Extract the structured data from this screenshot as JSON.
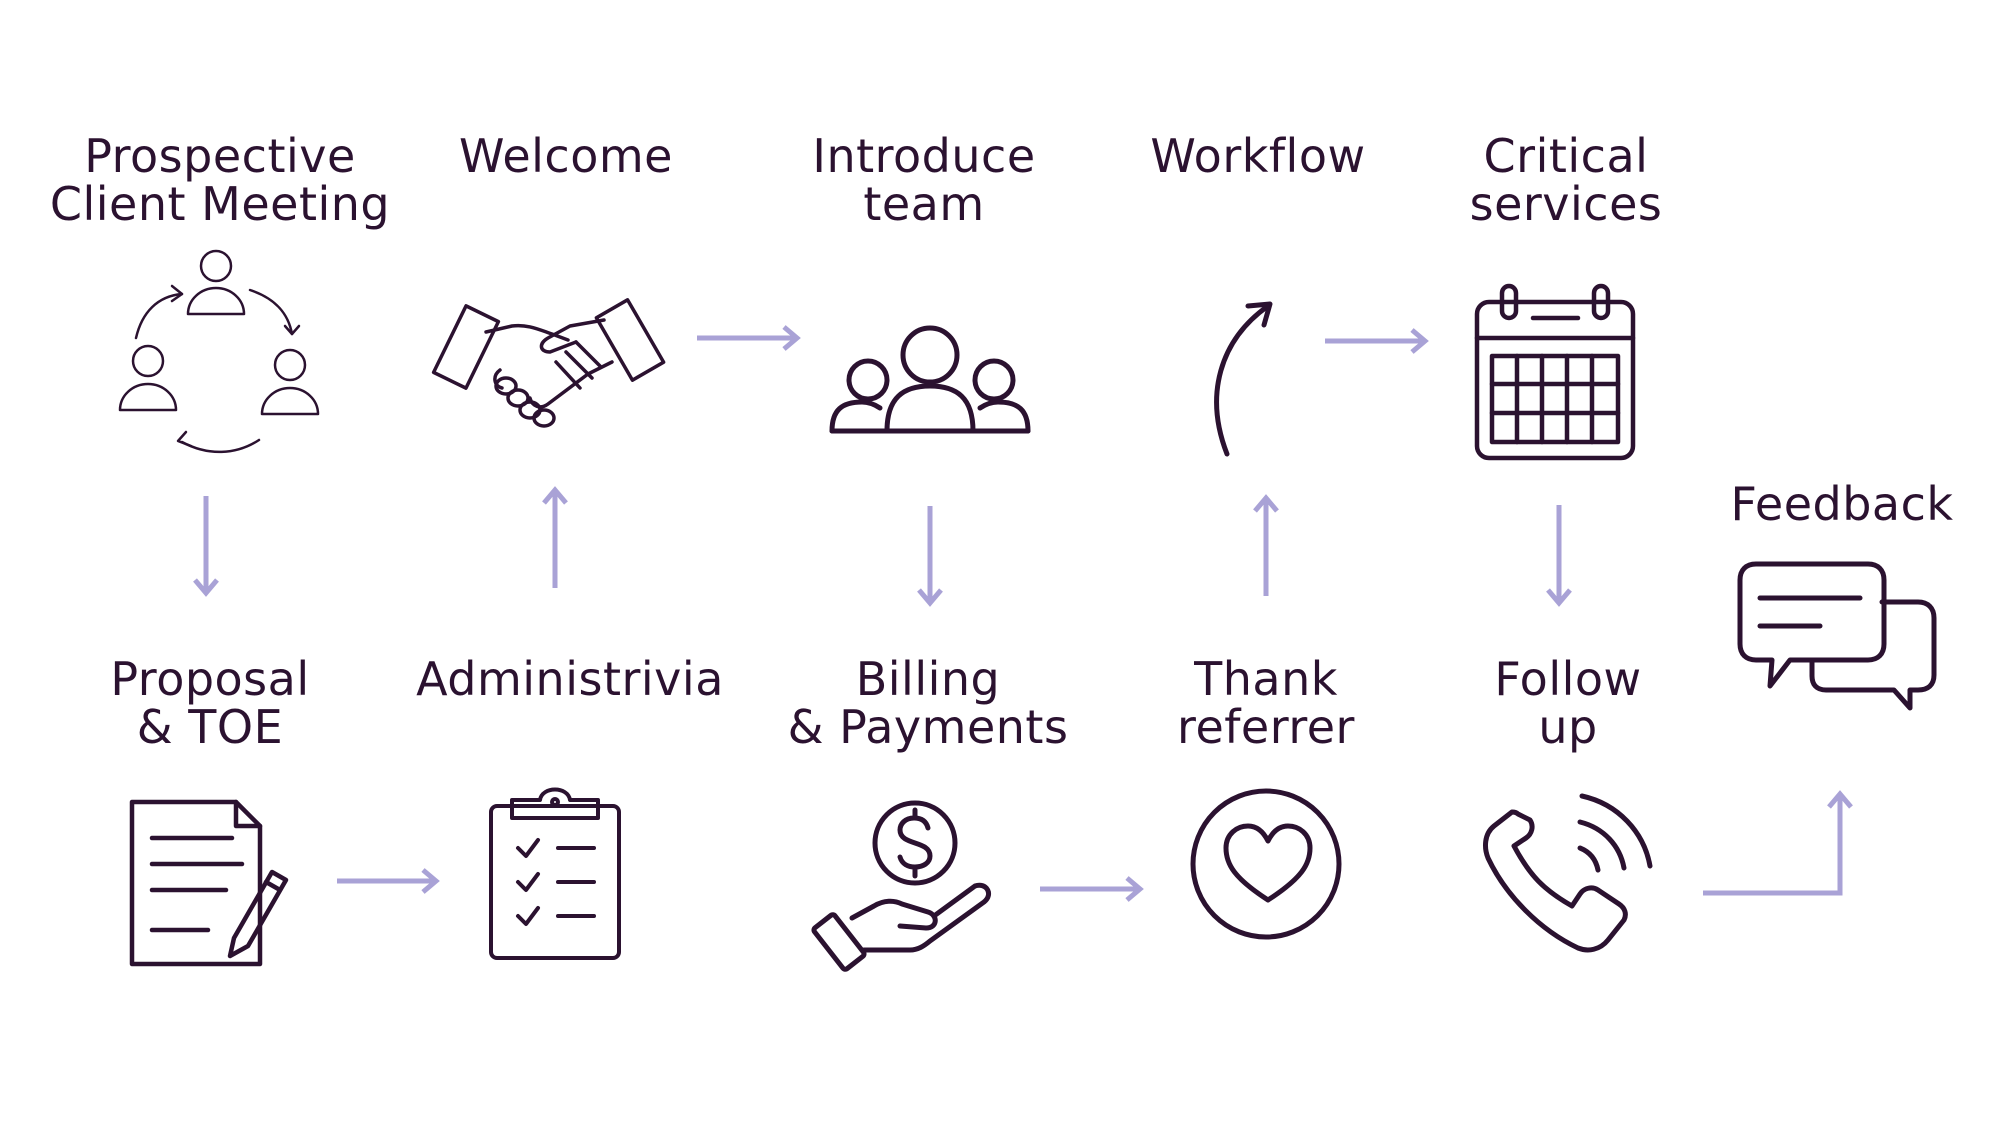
{
  "colors": {
    "icon": "#2b1230",
    "arrow": "#a9a2d6",
    "background": "#ffffff"
  },
  "steps": [
    {
      "lines": [
        "Prospective",
        "Client Meeting"
      ],
      "icon": "meeting-cycle-icon"
    },
    {
      "lines": [
        "Welcome"
      ],
      "icon": "handshake-icon"
    },
    {
      "lines": [
        "Introduce",
        "team"
      ],
      "icon": "team-icon"
    },
    {
      "lines": [
        "Workflow"
      ],
      "icon": "curved-arrow-icon"
    },
    {
      "lines": [
        "Critical",
        "services"
      ],
      "icon": "calendar-icon"
    },
    {
      "lines": [
        "Proposal",
        "& TOE"
      ],
      "icon": "document-pencil-icon"
    },
    {
      "lines": [
        "Administrivia"
      ],
      "icon": "clipboard-checklist-icon"
    },
    {
      "lines": [
        "Billing",
        "& Payments"
      ],
      "icon": "hand-dollar-icon"
    },
    {
      "lines": [
        "Thank",
        "referrer"
      ],
      "icon": "heart-circle-icon"
    },
    {
      "lines": [
        "Follow",
        "up"
      ],
      "icon": "phone-icon"
    },
    {
      "lines": [
        "Feedback"
      ],
      "icon": "chat-bubbles-icon"
    }
  ]
}
